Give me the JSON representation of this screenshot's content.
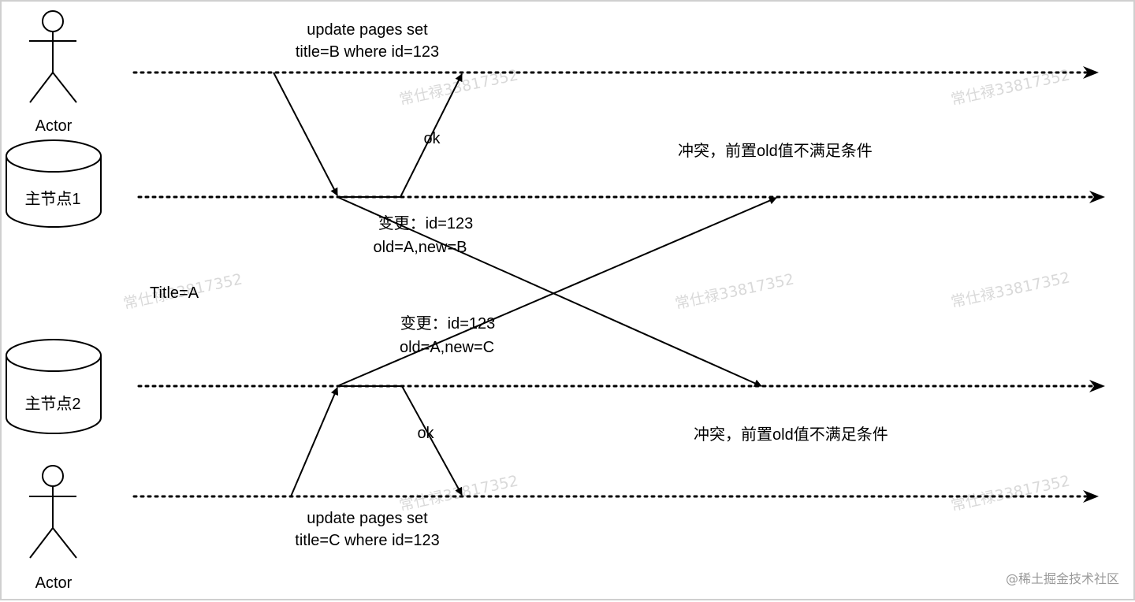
{
  "actors": {
    "top": "Actor",
    "bottom": "Actor"
  },
  "nodes": {
    "node1": "主节点1",
    "node2": "主节点2"
  },
  "initial_value": "Title=A",
  "top_request": {
    "line1": "update pages set",
    "line2": "title=B where id=123"
  },
  "bottom_request": {
    "line1": "update pages set",
    "line2": "title=C where id=123"
  },
  "top_ok": "ok",
  "bottom_ok": "ok",
  "change_node1": {
    "line1": "变更：id=123",
    "line2": "old=A,new=B"
  },
  "change_node2": {
    "line1": "变更：id=123",
    "line2": "old=A,new=C"
  },
  "conflict_top": "冲突，前置old值不满足条件",
  "conflict_bottom": "冲突，前置old值不满足条件",
  "watermarks": [
    "常仕禄33817352",
    "常仕禄33817352",
    "常仕禄33817352",
    "常仕禄33817352",
    "常仕禄33817352",
    "常仕禄33817352",
    "常仕禄33817352"
  ],
  "credit": "@稀土掘金技术社区",
  "colors": {
    "stroke": "#000000",
    "watermark": "#d9d9d9",
    "frame": "#cfcfcf"
  }
}
